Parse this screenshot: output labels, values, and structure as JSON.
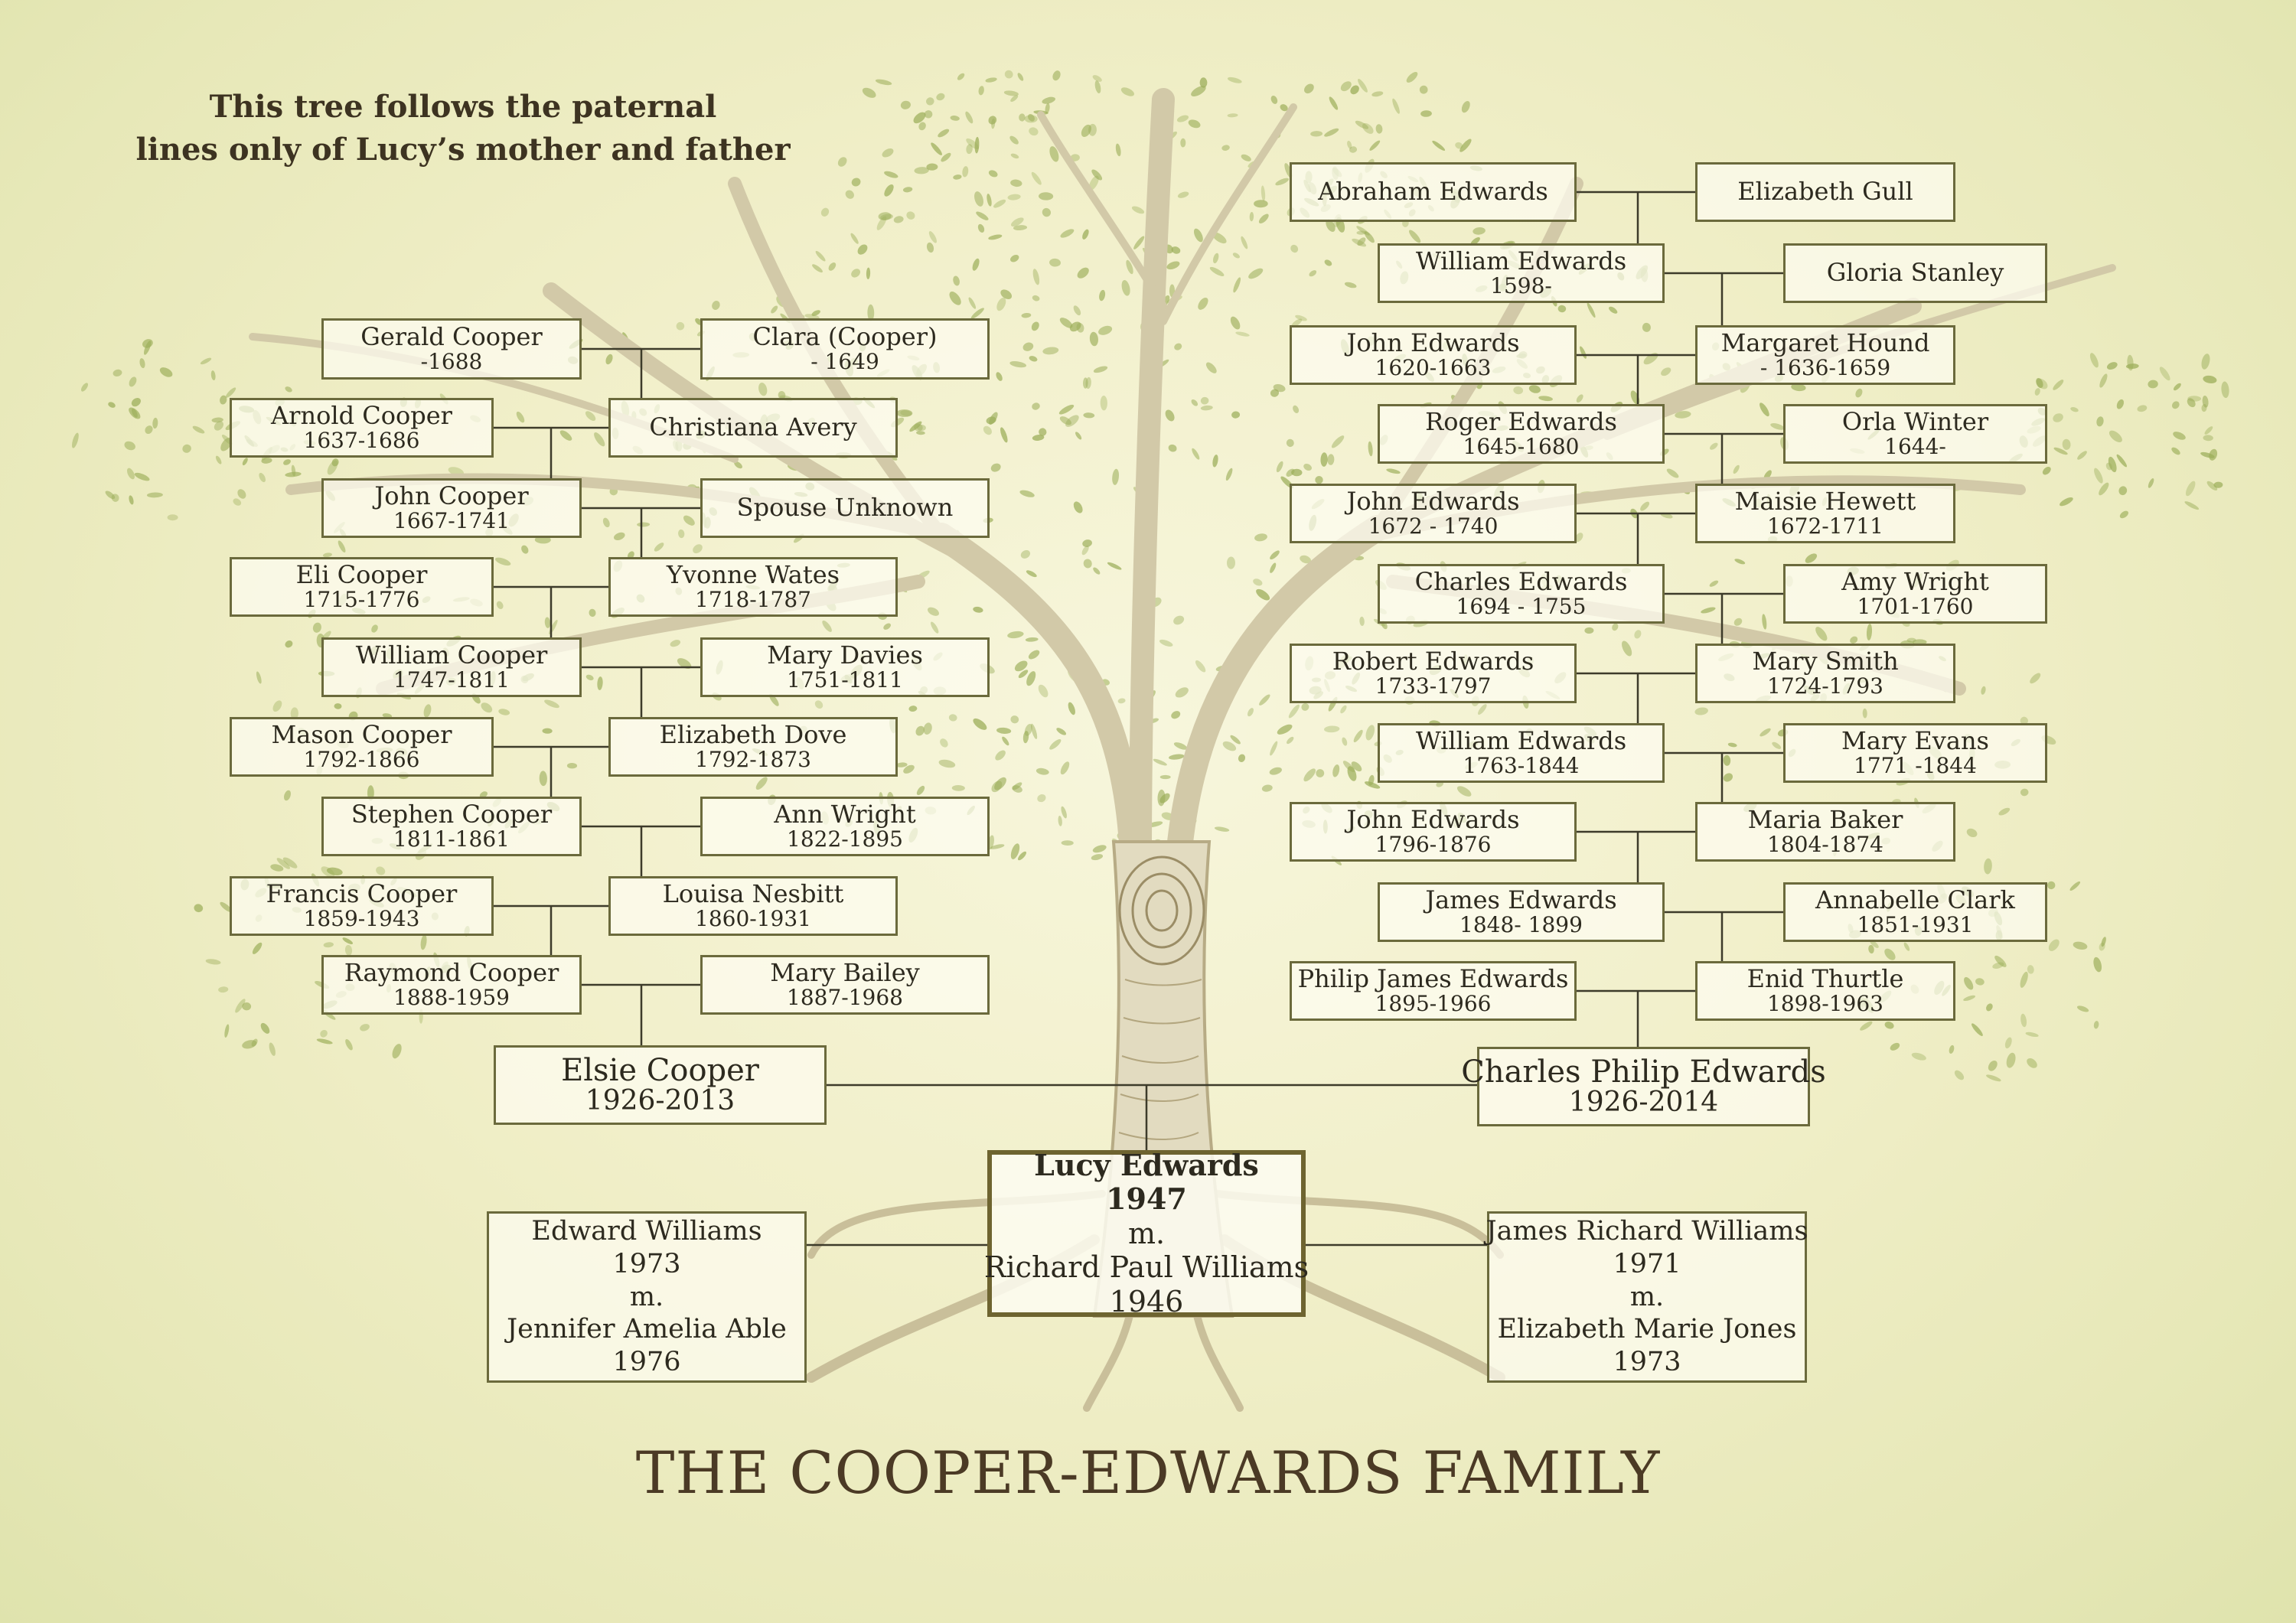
{
  "note": {
    "line1": "This tree follows the paternal",
    "line2": "lines only of Lucy’s mother and father"
  },
  "title": "THE COOPER-EDWARDS FAMILY",
  "paternal_lines": {
    "cooper": [
      {
        "name": "Gerald Cooper",
        "dates": "-1688"
      },
      {
        "name": "Clara (Cooper)",
        "dates": "- 1649"
      },
      {
        "name": "Arnold Cooper",
        "dates": "1637-1686"
      },
      {
        "name": "Christiana Avery",
        "dates": ""
      },
      {
        "name": "John Cooper",
        "dates": "1667-1741"
      },
      {
        "name": "Spouse Unknown",
        "dates": ""
      },
      {
        "name": "Eli Cooper",
        "dates": "1715-1776"
      },
      {
        "name": "Yvonne Wates",
        "dates": "1718-1787"
      },
      {
        "name": "William Cooper",
        "dates": "1747-1811"
      },
      {
        "name": "Mary Davies",
        "dates": "1751-1811"
      },
      {
        "name": "Mason Cooper",
        "dates": "1792-1866"
      },
      {
        "name": "Elizabeth Dove",
        "dates": "1792-1873"
      },
      {
        "name": "Stephen Cooper",
        "dates": "1811-1861"
      },
      {
        "name": "Ann Wright",
        "dates": "1822-1895"
      },
      {
        "name": "Francis Cooper",
        "dates": "1859-1943"
      },
      {
        "name": "Louisa Nesbitt",
        "dates": "1860-1931"
      },
      {
        "name": "Raymond Cooper",
        "dates": "1888-1959"
      },
      {
        "name": "Mary Bailey",
        "dates": "1887-1968"
      },
      {
        "name": "Elsie Cooper",
        "dates": "1926-2013"
      }
    ],
    "edwards": [
      {
        "name": "Abraham Edwards",
        "dates": ""
      },
      {
        "name": "Elizabeth Gull",
        "dates": ""
      },
      {
        "name": "William Edwards",
        "dates": "1598-"
      },
      {
        "name": "Gloria Stanley",
        "dates": ""
      },
      {
        "name": "John Edwards",
        "dates": "1620-1663"
      },
      {
        "name": "Margaret Hound",
        "dates": "- 1636-1659"
      },
      {
        "name": "Roger Edwards",
        "dates": "1645-1680"
      },
      {
        "name": "Orla Winter",
        "dates": "1644-"
      },
      {
        "name": "John Edwards",
        "dates": "1672 - 1740"
      },
      {
        "name": "Maisie Hewett",
        "dates": "1672-1711"
      },
      {
        "name": "Charles Edwards",
        "dates": "1694 - 1755"
      },
      {
        "name": "Amy Wright",
        "dates": "1701-1760"
      },
      {
        "name": "Robert Edwards",
        "dates": "1733-1797"
      },
      {
        "name": "Mary Smith",
        "dates": "1724-1793"
      },
      {
        "name": "William Edwards",
        "dates": "1763-1844"
      },
      {
        "name": "Mary Evans",
        "dates": "1771 -1844"
      },
      {
        "name": "John Edwards",
        "dates": "1796-1876"
      },
      {
        "name": "Maria Baker",
        "dates": "1804-1874"
      },
      {
        "name": "James Edwards",
        "dates": "1848- 1899"
      },
      {
        "name": "Annabelle Clark",
        "dates": "1851-1931"
      },
      {
        "name": "Philip James Edwards",
        "dates": "1895-1966"
      },
      {
        "name": "Enid Thurtle",
        "dates": "1898-1963"
      },
      {
        "name": "Charles Philip Edwards",
        "dates": "1926-2014"
      }
    ]
  },
  "center": {
    "name": "Lucy Edwards",
    "year": "1947",
    "m": "m.",
    "spouse": "Richard Paul Williams",
    "spouse_year": "1946"
  },
  "children": {
    "left": {
      "name": "Edward Williams",
      "year": "1973",
      "m": "m.",
      "spouse": "Jennifer Amelia Able",
      "spouse_year": "1976"
    },
    "right": {
      "name": "James Richard Williams",
      "year": "1971",
      "m": "m.",
      "spouse": "Elizabeth Marie Jones",
      "spouse_year": "1973"
    }
  },
  "colors": {
    "border": "#6b6a3c",
    "text": "#2d2a1f",
    "title": "#4b3a25",
    "trunk": "#cfc5a3",
    "foliage": "#9cae5a"
  }
}
